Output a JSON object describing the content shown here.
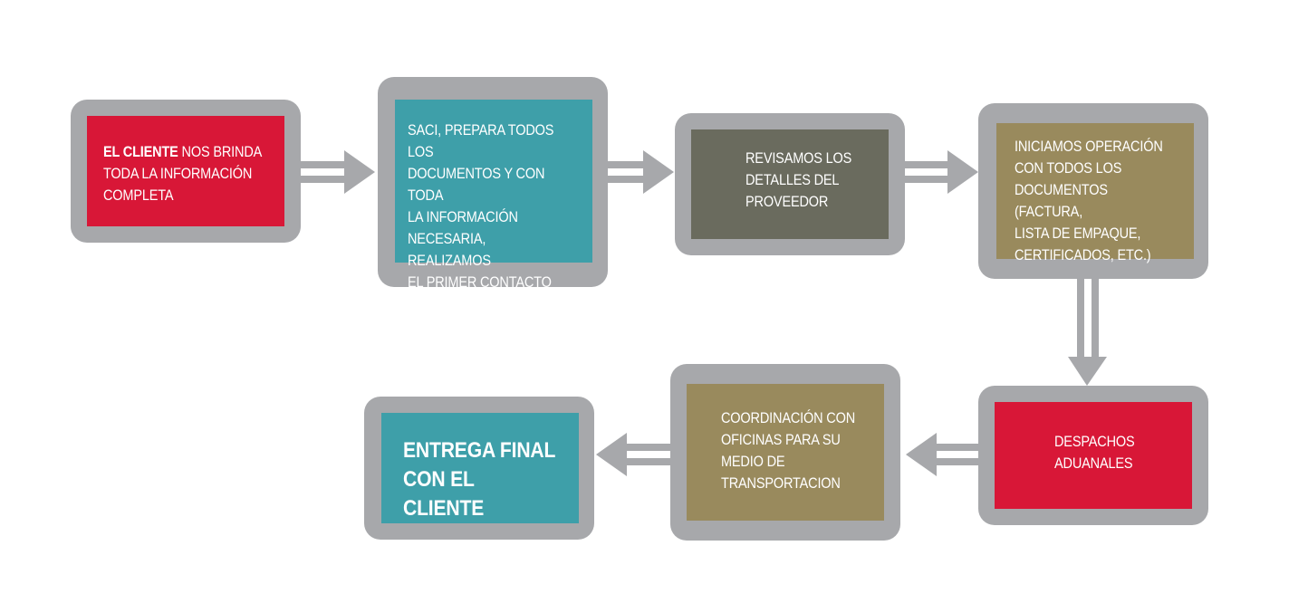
{
  "steps": [
    {
      "id": 1,
      "lead_bold": "EL CLIENTE",
      "text": " NOS BRINDA\nTODA LA INFORMACIÓN\nCOMPLETA",
      "color": "#d81737"
    },
    {
      "id": 2,
      "text": "SACI, PREPARA TODOS LOS\nDOCUMENTOS Y CON TODA\nLA INFORMACIÓN\nNECESARIA, REALIZAMOS\nEL PRIMER CONTACTO CON\nEL  PROVEEDOR.",
      "color": "#3e9fa9"
    },
    {
      "id": 3,
      "text": "REVISAMOS LOS\nDETALLES DEL\nPROVEEDOR",
      "color": "#6a6b5e"
    },
    {
      "id": 4,
      "text": "INICIAMOS OPERACIÓN\nCON TODOS LOS\nDOCUMENTOS  (FACTURA,\nLISTA DE EMPAQUE,\nCERTIFICADOS, ETC.)",
      "color": "#998a5d"
    },
    {
      "id": 5,
      "text": "DESPACHOS\nADUANALES",
      "color": "#d81737"
    },
    {
      "id": 6,
      "text": "COORDINACIÓN CON\nOFICINAS PARA SU\nMEDIO DE\nTRANSPORTACION",
      "color": "#998a5d"
    },
    {
      "id": 7,
      "text": "ENTREGA FINAL\nCON EL CLIENTE",
      "color": "#3e9fa9"
    }
  ],
  "colors": {
    "frame": "#a7a8ab",
    "arrow": "#a7a8ab",
    "red": "#d81737",
    "teal": "#3e9fa9",
    "slate": "#6a6b5e",
    "olive": "#998a5d"
  }
}
